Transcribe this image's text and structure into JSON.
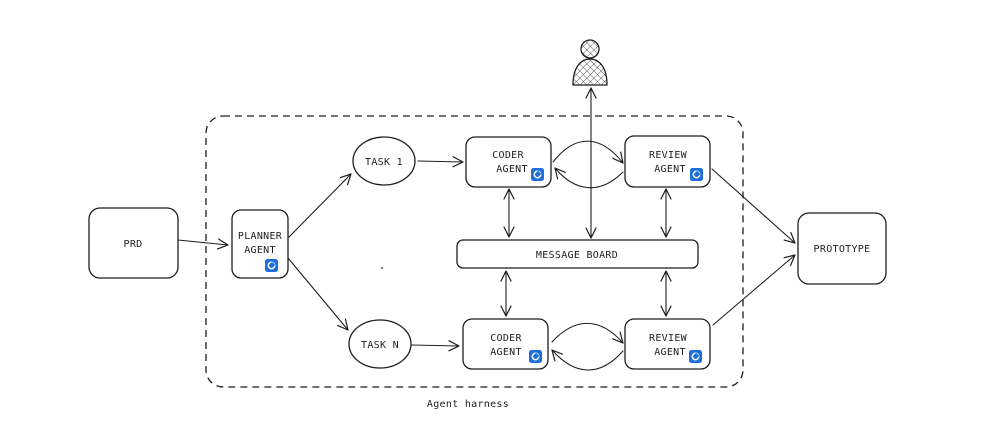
{
  "nodes": {
    "prd": "PRD",
    "planner": [
      "PLANNER",
      "AGENT"
    ],
    "task1": "TASK 1",
    "taskn": "TASK N",
    "coder_top": [
      "CODER",
      "AGENT"
    ],
    "coder_bottom": [
      "CODER",
      "AGENT"
    ],
    "review_top": [
      "REVIEW",
      "AGENT"
    ],
    "review_bottom": [
      "REVIEW",
      "AGENT"
    ],
    "message_board": "MESSAGE BOARD",
    "prototype": "PROTOTYPE"
  },
  "harness_label": "Agent harness",
  "colors": {
    "stroke": "#1e1e1e",
    "agent_badge": "#1e6fd9",
    "background": "#ffffff"
  },
  "icons": {
    "agent_badge": "agent-badge-icon",
    "human": "person-icon"
  }
}
